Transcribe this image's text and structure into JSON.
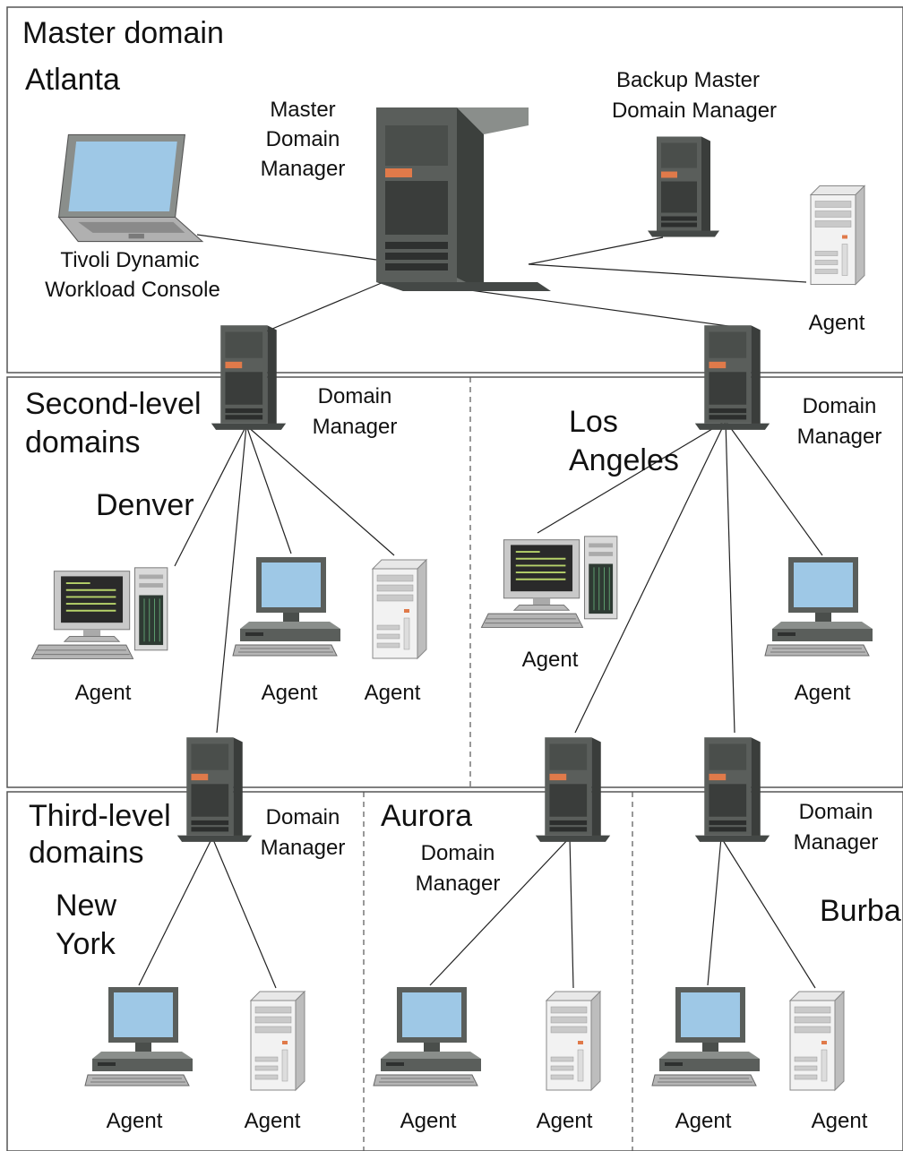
{
  "sections": {
    "master": {
      "title": "Master domain",
      "city": "Atlanta"
    },
    "second": {
      "title_line1": "Second-level",
      "title_line2": "domains",
      "city_left": "Denver",
      "city_right_line1": "Los",
      "city_right_line2": "Angeles"
    },
    "third": {
      "title_line1": "Third-level",
      "title_line2": "domains",
      "city_left_line1": "New",
      "city_left_line2": "York",
      "city_mid": "Aurora",
      "city_right": "Burbank"
    }
  },
  "labels": {
    "mdm": [
      "Master",
      "Domain",
      "Manager"
    ],
    "bmdm": [
      "Backup Master",
      "Domain Manager"
    ],
    "console": [
      "Tivoli Dynamic",
      "Workload Console"
    ],
    "dm": [
      "Domain",
      "Manager"
    ],
    "agent": "Agent"
  },
  "colors": {
    "border": "#555555",
    "tower_body": "#5a5e5b",
    "tower_side": "#3e423f",
    "accent": "#e07a4a",
    "screen": "#9ec8e6",
    "pc_gray": "#c8c8c8"
  }
}
